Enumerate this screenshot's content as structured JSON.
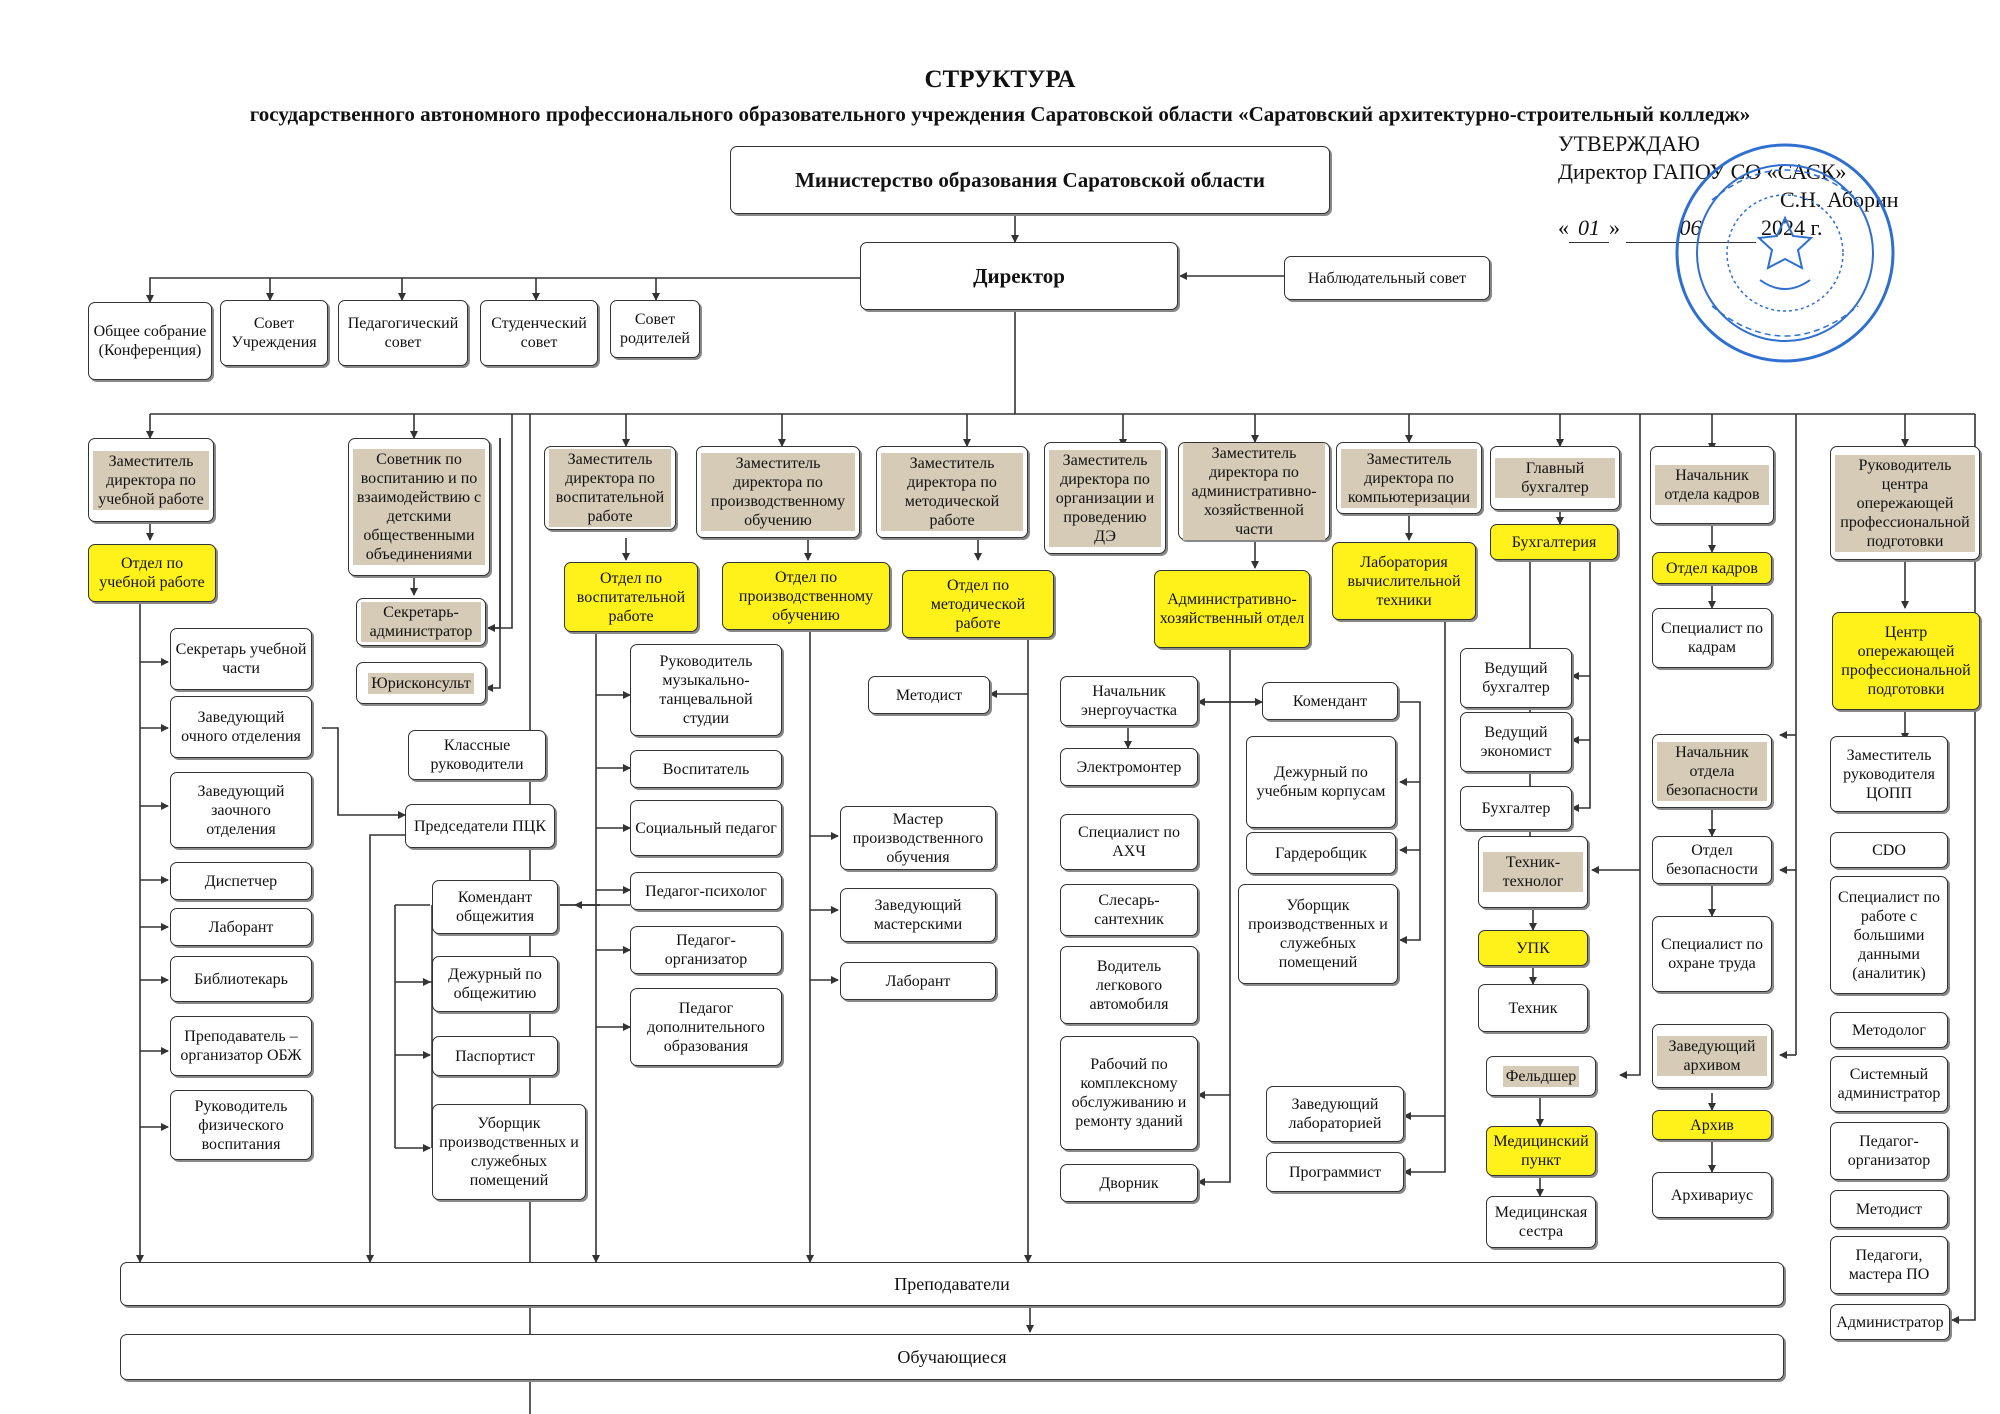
{
  "title": "СТРУКТУРА",
  "subtitle": "государственного автономного профессионального образовательного учреждения Саратовской области «Саратовский архитектурно-строительный колледж»",
  "approval": {
    "line1": "УТВЕРЖДАЮ",
    "line2": "Директор ГАПОУ СО «САСК»",
    "line3": "С.Н. Аборин",
    "line4": "«",
    "day": "01",
    "line5": "»",
    "month": "06",
    "year": "2024",
    "line6": "г."
  },
  "colors": {
    "highlight": "#fff21a",
    "shaded": "#d6cbb7",
    "stamp": "#2f6fd0"
  },
  "nodes": {
    "ministry": "Министерство образования Саратовской области",
    "director": "Директор",
    "supervisory": "Наблюдательный совет",
    "general_meeting": "Общее собрание (Конференция)",
    "council_inst": "Совет Учреждения",
    "ped_council": "Педагогический совет",
    "student_council": "Студенческий совет",
    "parent_council": "Совет родителей",
    "dep_edu": "Заместитель директора по учебной работе",
    "dept_edu": "Отдел по учебной работе",
    "sec_edu": "Секретарь учебной части",
    "head_fulltime": "Заведующий очного отделения",
    "head_parttime": "Заведующий заочного отделения",
    "dispatcher": "Диспетчер",
    "lab1": "Лаборант",
    "librarian": "Библиотекарь",
    "obzh": "Преподаватель – организатор ОБЖ",
    "phys": "Руководитель физического воспитания",
    "advisor": "Советник по воспитанию и по взаимодействию с детскими общественными объединениями",
    "secretary": "Секретарь-администратор",
    "lawyer": "Юрисконсульт",
    "class_heads": "Классные руководители",
    "pck": "Председатели ПЦК",
    "dorm_cmd": "Комендант общежития",
    "dorm_duty": "Дежурный по общежитию",
    "passport": "Паспортист",
    "cleaner1": "Уборщик производственных и служебных помещений",
    "dep_upbr": "Заместитель директора по воспитательной работе",
    "dept_upbr": "Отдел по воспитательной работе",
    "music": "Руководитель музыкально-танцевальной студии",
    "educator": "Воспитатель",
    "social": "Социальный педагог",
    "psych": "Педагог-психолог",
    "ped_org1": "Педагог-организатор",
    "ped_add": "Педагог дополнительного образования",
    "dep_prod": "Заместитель директора по производственному обучению",
    "dept_prod": "Отдел по производственному обучению",
    "master": "Мастер производственного обучения",
    "head_workshop": "Заведующий мастерскими",
    "lab2": "Лаборант",
    "dep_method": "Заместитель директора по методической работе",
    "dept_method": "Отдел по методической работе",
    "methodist1": "Методист",
    "dep_de": "Заместитель директора по организации и проведению ДЭ",
    "dep_ahch": "Заместитель директора по административно-хозяйственной части",
    "dept_ahch": "Административно-хозяйственный отдел",
    "energy": "Начальник энергоучастка",
    "electric": "Электромонтер",
    "ahch_spec": "Специалист по АХЧ",
    "plumber": "Слесарь-сантехник",
    "driver": "Водитель легкового автомобиля",
    "worker": "Рабочий по комплексному обслуживанию и ремонту зданий",
    "janitor": "Дворник",
    "commandant": "Комендант",
    "duty_corp": "Дежурный по учебным корпусам",
    "wardrobe": "Гардеробщик",
    "cleaner2": "Уборщик производственных и служебных помещений",
    "dep_comp": "Заместитель директора по компьютеризации",
    "comp_lab": "Лаборатория вычислительной техники",
    "lab_head": "Заведующий лабораторией",
    "programmer": "Программист",
    "chief_acc": "Главный бухгалтер",
    "accounting": "Бухгалтерия",
    "lead_acc": "Ведущий бухгалтер",
    "lead_econ": "Ведущий экономист",
    "accountant": "Бухгалтер",
    "technologist": "Техник-технолог",
    "upk": "УПК",
    "technician": "Техник",
    "paramedic": "Фельдшер",
    "medpoint": "Медицинский пункт",
    "nurse": "Медицинская сестра",
    "hr_head": "Начальник отдела кадров",
    "hr_dept": "Отдел кадров",
    "hr_spec": "Специалист по кадрам",
    "sec_head": "Начальник отдела безопасности",
    "sec_dept": "Отдел безопасности",
    "safety": "Специалист по охране труда",
    "archive_head": "Заведующий архивом",
    "archive": "Архив",
    "archivist": "Архивариус",
    "copp_head": "Руководитель центра опережающей профессиональной подготовки",
    "copp": "Центр опережающей профессиональной подготовки",
    "copp_dep": "Заместитель руководителя ЦОПП",
    "cdo": "CDO",
    "bigdata": "Специалист по работе с большими данными (аналитик)",
    "methodologist": "Методолог",
    "sysadmin": "Системный администратор",
    "ped_org2": "Педагог-организатор",
    "methodist2": "Методист",
    "ped_masters": "Педагоги, мастера ПО",
    "admin": "Администратор",
    "teachers": "Преподаватели",
    "students": "Обучающиеся"
  }
}
